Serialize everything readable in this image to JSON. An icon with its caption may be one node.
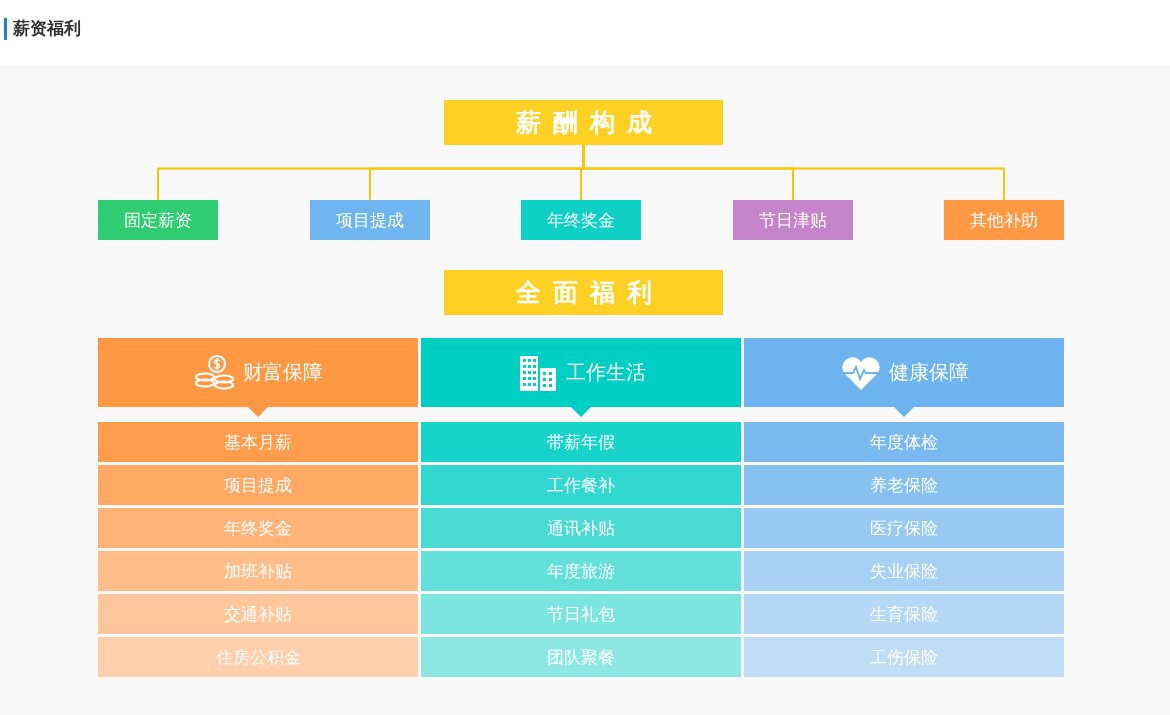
{
  "diagram": {
    "title": "薪资福利",
    "nodes": [
      {
        "text": [
          "薪酬构成"
        ]
      },
      {
        "text": [
          "固定薪资"
        ]
      },
      {
        "text": [
          "项目提成"
        ]
      },
      {
        "text": [
          "年终奖金"
        ]
      },
      {
        "text": [
          "节日津贴"
        ]
      },
      {
        "text": [
          "其他补助"
        ]
      },
      {
        "text": [
          "全面福利"
        ]
      },
      {
        "text": [
          "财富保障"
        ]
      },
      {
        "text": [
          "工作生活"
        ]
      },
      {
        "text": [
          "健康保障"
        ]
      },
      {
        "text": [
          "基本月薪"
        ]
      },
      {
        "text": [
          "项目提成"
        ]
      },
      {
        "text": [
          "年终奖金"
        ]
      },
      {
        "text": [
          "加班补贴"
        ]
      },
      {
        "text": [
          "交通补贴"
        ]
      },
      {
        "text": [
          "住房公积金"
        ]
      },
      {
        "text": [
          "带薪年假"
        ]
      },
      {
        "text": [
          "工作餐补"
        ]
      },
      {
        "text": [
          "通讯补贴"
        ]
      },
      {
        "text": [
          "年度旅游"
        ]
      },
      {
        "text": [
          "节日礼包"
        ]
      },
      {
        "text": [
          "团队聚餐"
        ]
      },
      {
        "text": [
          "年度体检"
        ]
      },
      {
        "text": [
          "养老保险"
        ]
      },
      {
        "text": [
          "医疗保险"
        ]
      },
      {
        "text": [
          "失业保险"
        ]
      },
      {
        "text": [
          "生育保险"
        ]
      },
      {
        "text": [
          "工伤保险"
        ]
      }
    ],
    "edges": [
      {
        "from": 0,
        "to": 1,
        "arrow": "none"
      },
      {
        "from": 0,
        "to": 2,
        "arrow": "none"
      },
      {
        "from": 0,
        "to": 3,
        "arrow": "none"
      },
      {
        "from": 0,
        "to": 4,
        "arrow": "none"
      },
      {
        "from": 0,
        "to": 5,
        "arrow": "none"
      },
      {
        "from": 7,
        "to": 10,
        "arrow": "to",
        "color": "#ff9843"
      },
      {
        "from": 8,
        "to": 16,
        "arrow": "to",
        "color": "#00cfc4"
      },
      {
        "from": 9,
        "to": 22,
        "arrow": "to",
        "color": "#6db4ef"
      }
    ]
  }
}
